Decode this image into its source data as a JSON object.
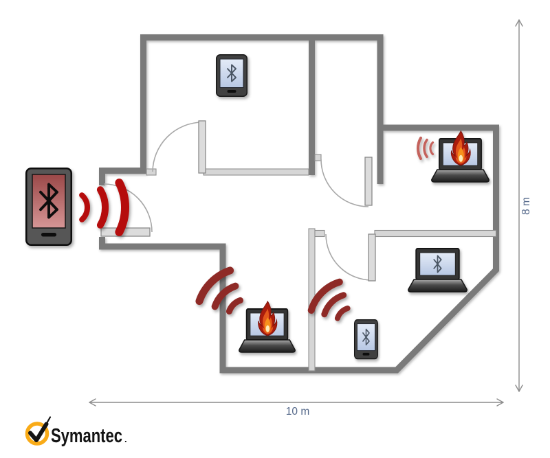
{
  "floorplan": {
    "width_label": "10 m",
    "height_label": "8 m",
    "rooms": [
      "top-left-room",
      "top-middle-room",
      "right-room",
      "hallway",
      "bottom-middle-room",
      "bottom-right-room"
    ],
    "doors": 4
  },
  "brand": {
    "name": "Symantec",
    "trademark": "."
  },
  "devices": [
    {
      "id": "attacker-phone",
      "type": "smartphone",
      "screen_icon": "bluetooth",
      "status": "attacker-transmitting",
      "location": "outside-entrance"
    },
    {
      "id": "phone-top-room",
      "type": "smartphone",
      "screen_icon": "bluetooth",
      "status": "normal",
      "location": "top-left-room"
    },
    {
      "id": "laptop-right-room",
      "type": "laptop",
      "screen_icon": "flame",
      "status": "compromised",
      "location": "right-room"
    },
    {
      "id": "laptop-bottom-room",
      "type": "laptop",
      "screen_icon": "flame",
      "status": "compromised",
      "location": "bottom-middle-room"
    },
    {
      "id": "laptop-bottom-right",
      "type": "laptop",
      "screen_icon": "bluetooth",
      "status": "normal",
      "location": "bottom-right-room"
    },
    {
      "id": "phone-bottom-right",
      "type": "smartphone",
      "screen_icon": "bluetooth",
      "status": "normal",
      "location": "bottom-right-room"
    }
  ],
  "icons": {
    "bluetooth-icon": "bluetooth rune glyph",
    "flame-icon": "fire / compromised device",
    "signal-waves-icon": "radio signal arcs",
    "checkmark-icon": "symantec check logo",
    "arrow-icon": "dimension arrow"
  },
  "colors": {
    "background": "#ffffff",
    "wall_exterior": "#7a7a7a",
    "wall_interior_fill": "#d6d6d6",
    "wall_interior_edge": "#8f8f8f",
    "door_leaf_fill": "#dcdcdc",
    "door_leaf_edge": "#8a8a8a",
    "door_arc": "#a8a8a8",
    "wave_strong": "#b50a0a",
    "wave_medium": "#8e2a26",
    "wave_soft": "#c4625c",
    "dimension_line": "#8c8c8c",
    "dimension_label": "#54688a",
    "device_body": "#4a4a4a",
    "screen_blue_top": "#e4ebf7",
    "screen_blue_bottom": "#b7c7e3",
    "screen_red_top": "#9a4848",
    "screen_red_bottom": "#d69595",
    "bluetooth_glyph": "#4a5464",
    "flame_outer": "#aa1d0e",
    "flame_mid": "#e4591d",
    "flame_inner": "#f6911e",
    "flame_core": "#fceab8",
    "brand_ring": "#f9ab17",
    "brand_text": "#141414"
  }
}
